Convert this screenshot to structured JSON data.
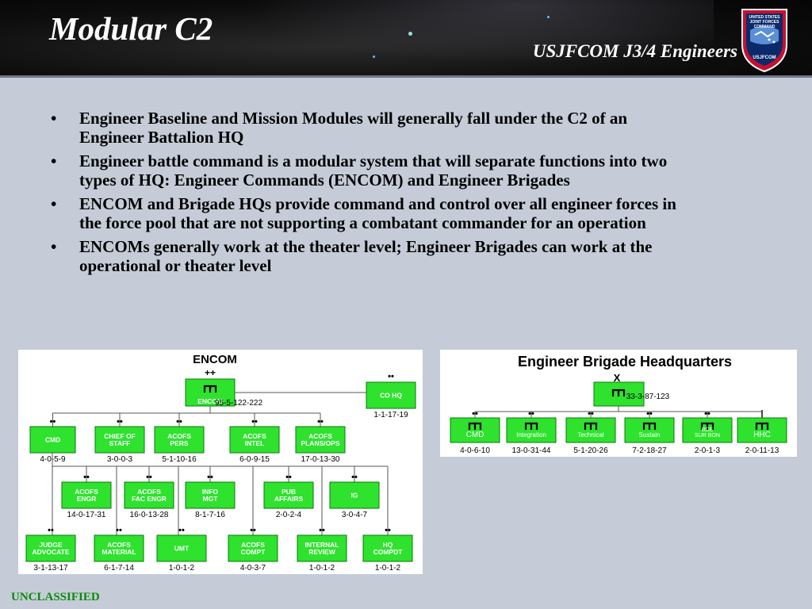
{
  "header": {
    "title": "Modular C2",
    "org": "USJFCOM J3/4 Engineers",
    "seal_text": [
      "UNITED STATES",
      "JOINT FORCES",
      "COMMAND",
      "USJFCOM"
    ]
  },
  "bullets": [
    {
      "marker": "•",
      "text": "Engineer Baseline and Mission Modules will generally fall under the C2 of an Engineer Battalion HQ"
    },
    {
      "marker": "•",
      "text": "Engineer battle command is a modular system that will separate functions into two types of HQ: Engineer Commands (ENCOM) and Engineer Brigades"
    },
    {
      "marker": "•",
      "text": "ENCOM  and Brigade HQs provide command and control over all engineer forces in the force pool that are not supporting a combatant commander for an operation"
    },
    {
      "marker": "•",
      "text": "ENCOMs generally work at the theater level; Engineer Brigades can work at the operational or theater level"
    }
  ],
  "encom": {
    "title": "ENCOM",
    "echelon": "++",
    "top": {
      "label": "ENCOM",
      "code": "95-5-122-222"
    },
    "co_hq": {
      "label": "CO HQ",
      "code": "1-1-17-19"
    },
    "row1": [
      {
        "label": "CMD",
        "code": "4-0-5-9"
      },
      {
        "label": "CHIEF OF|STAFF",
        "code": "3-0-0-3"
      },
      {
        "label": "ACOFS|PERS",
        "code": "5-1-10-16"
      },
      {
        "label": "ACOFS|INTEL",
        "code": "6-0-9-15"
      },
      {
        "label": "ACOFS|PLANS/OPS",
        "code": "17-0-13-30"
      }
    ],
    "row2": [
      {
        "label": "ACOFS|ENGR",
        "code": "14-0-17-31"
      },
      {
        "label": "ACOFS|FAC ENGR",
        "code": "16-0-13-28"
      },
      {
        "label": "INFO|MGT",
        "code": "8-1-7-16"
      },
      {
        "label": "PUB|AFFAIRS",
        "code": "2-0-2-4"
      },
      {
        "label": "IG",
        "code": "3-0-4-7"
      }
    ],
    "row3": [
      {
        "label": "JUDGE|ADVOCATE",
        "code": "3-1-13-17"
      },
      {
        "label": "ACOFS|MATERIAL",
        "code": "6-1-7-14"
      },
      {
        "label": "UMT",
        "code": "1-0-1-2"
      },
      {
        "label": "ACOFS|COMPT",
        "code": "4-0-3-7"
      },
      {
        "label": "INTERNAL|REVIEW",
        "code": "1-0-1-2"
      },
      {
        "label": "HQ|COMPDT",
        "code": "1-0-1-2"
      }
    ]
  },
  "brigade": {
    "title": "Engineer Brigade Headquarters",
    "echelon": "X",
    "top": {
      "code": "33-3-87-123"
    },
    "subs": [
      {
        "label": "CMD",
        "code": "4-0-6-10",
        "echelon": "••"
      },
      {
        "label": "Integration",
        "code": "13-0-31-44",
        "echelon": "••"
      },
      {
        "label": "Technical",
        "code": "5-1-20-26",
        "echelon": "••"
      },
      {
        "label": "Sustain",
        "code": "7-2-18-27",
        "echelon": "••"
      },
      {
        "label": "BDE|SUR BON",
        "code": "2-0-1-3",
        "echelon": "••"
      },
      {
        "label": "HHC",
        "code": "2-0-11-13",
        "echelon": "|"
      }
    ]
  },
  "footer": {
    "classification": "UNCLASSIFIED"
  },
  "colors": {
    "unit_green": "#2ee22e",
    "footer_green": "#0a8a0a",
    "background": "#c5ccd8"
  }
}
